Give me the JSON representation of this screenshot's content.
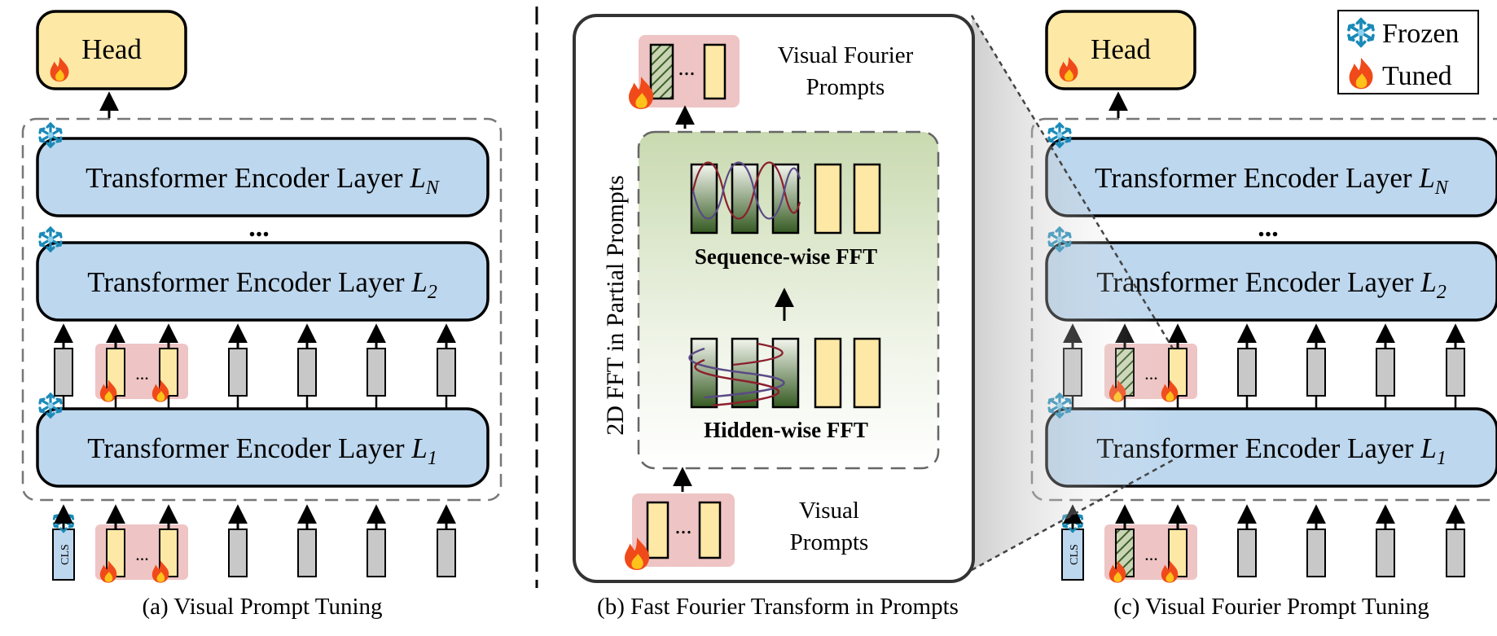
{
  "panel_a": {
    "head": "Head",
    "layers": [
      {
        "text": "Transformer Encoder Layer ",
        "sub": "N"
      },
      {
        "text": "Transformer Encoder Layer ",
        "sub": "2"
      },
      {
        "text": "Transformer Encoder Layer ",
        "sub": "1"
      }
    ],
    "ellipsis": "...",
    "prompt_dots": "...",
    "cls": "CLS",
    "caption": "(a) Visual Prompt Tuning"
  },
  "panel_b": {
    "output_label_line1": "Visual Fourier",
    "output_label_line2": "Prompts",
    "vertical_label": "2D FFT in Partial Prompts",
    "seq_label": "Sequence-wise FFT",
    "hidden_label": "Hidden-wise FFT",
    "input_label_line1": "Visual",
    "input_label_line2": "Prompts",
    "dots": "...",
    "caption": "(b)  Fast Fourier Transform in Prompts"
  },
  "panel_c": {
    "head": "Head",
    "layers": [
      {
        "text": "Transformer Encoder Layer ",
        "sub": "N"
      },
      {
        "text": "Transformer Encoder Layer ",
        "sub": "2"
      },
      {
        "text": "Transformer Encoder Layer ",
        "sub": "1"
      }
    ],
    "ellipsis": "...",
    "prompt_dots": "...",
    "cls": "CLS",
    "caption": "(c) Visual Fourier Prompt Tuning"
  },
  "legend": {
    "frozen": "Frozen",
    "tuned": "Tuned",
    "frozen_icon": "snowflake-icon",
    "tuned_icon": "fire-icon"
  },
  "colors": {
    "layer_fill": "#bdd7ee",
    "head_fill": "#fde8a5",
    "prompt_fill": "#fde8a5",
    "token_fill": "#c8c8c8",
    "prompt_bg": "#eec4c4",
    "green_dark": "#496b33",
    "flame": "#f04a1a",
    "snow": "#1a8ab8"
  }
}
